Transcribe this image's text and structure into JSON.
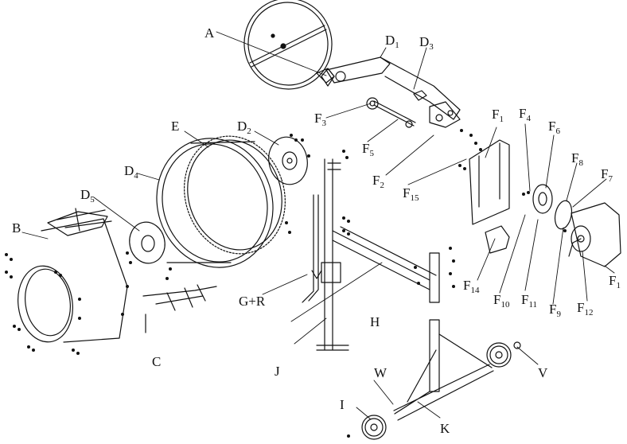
{
  "labels": {
    "A": {
      "main": "A",
      "sub": ""
    },
    "B": {
      "main": "B",
      "sub": ""
    },
    "C": {
      "main": "C",
      "sub": ""
    },
    "D1": {
      "main": "D",
      "sub": "1"
    },
    "D2": {
      "main": "D",
      "sub": "2"
    },
    "D3": {
      "main": "D",
      "sub": "3"
    },
    "D4": {
      "main": "D",
      "sub": "4"
    },
    "D5": {
      "main": "D",
      "sub": "5"
    },
    "E": {
      "main": "E",
      "sub": ""
    },
    "F1a": {
      "main": "F",
      "sub": "1"
    },
    "F1b": {
      "main": "F",
      "sub": "1"
    },
    "F2": {
      "main": "F",
      "sub": "2"
    },
    "F3": {
      "main": "F",
      "sub": "3"
    },
    "F4": {
      "main": "F",
      "sub": "4"
    },
    "F5": {
      "main": "F",
      "sub": "5"
    },
    "F6": {
      "main": "F",
      "sub": "6"
    },
    "F7": {
      "main": "F",
      "sub": "7"
    },
    "F8": {
      "main": "F",
      "sub": "8"
    },
    "F9": {
      "main": "F",
      "sub": "9"
    },
    "F10": {
      "main": "F",
      "sub": "10"
    },
    "F11": {
      "main": "F",
      "sub": "11"
    },
    "F12": {
      "main": "F",
      "sub": "12"
    },
    "F14": {
      "main": "F",
      "sub": "14"
    },
    "F15": {
      "main": "F",
      "sub": "15"
    },
    "GR": {
      "main": "G+R",
      "sub": ""
    },
    "H": {
      "main": "H",
      "sub": ""
    },
    "I": {
      "main": "I",
      "sub": ""
    },
    "J": {
      "main": "J",
      "sub": ""
    },
    "K": {
      "main": "K",
      "sub": ""
    },
    "V": {
      "main": "V",
      "sub": ""
    },
    "W": {
      "main": "W",
      "sub": ""
    }
  }
}
